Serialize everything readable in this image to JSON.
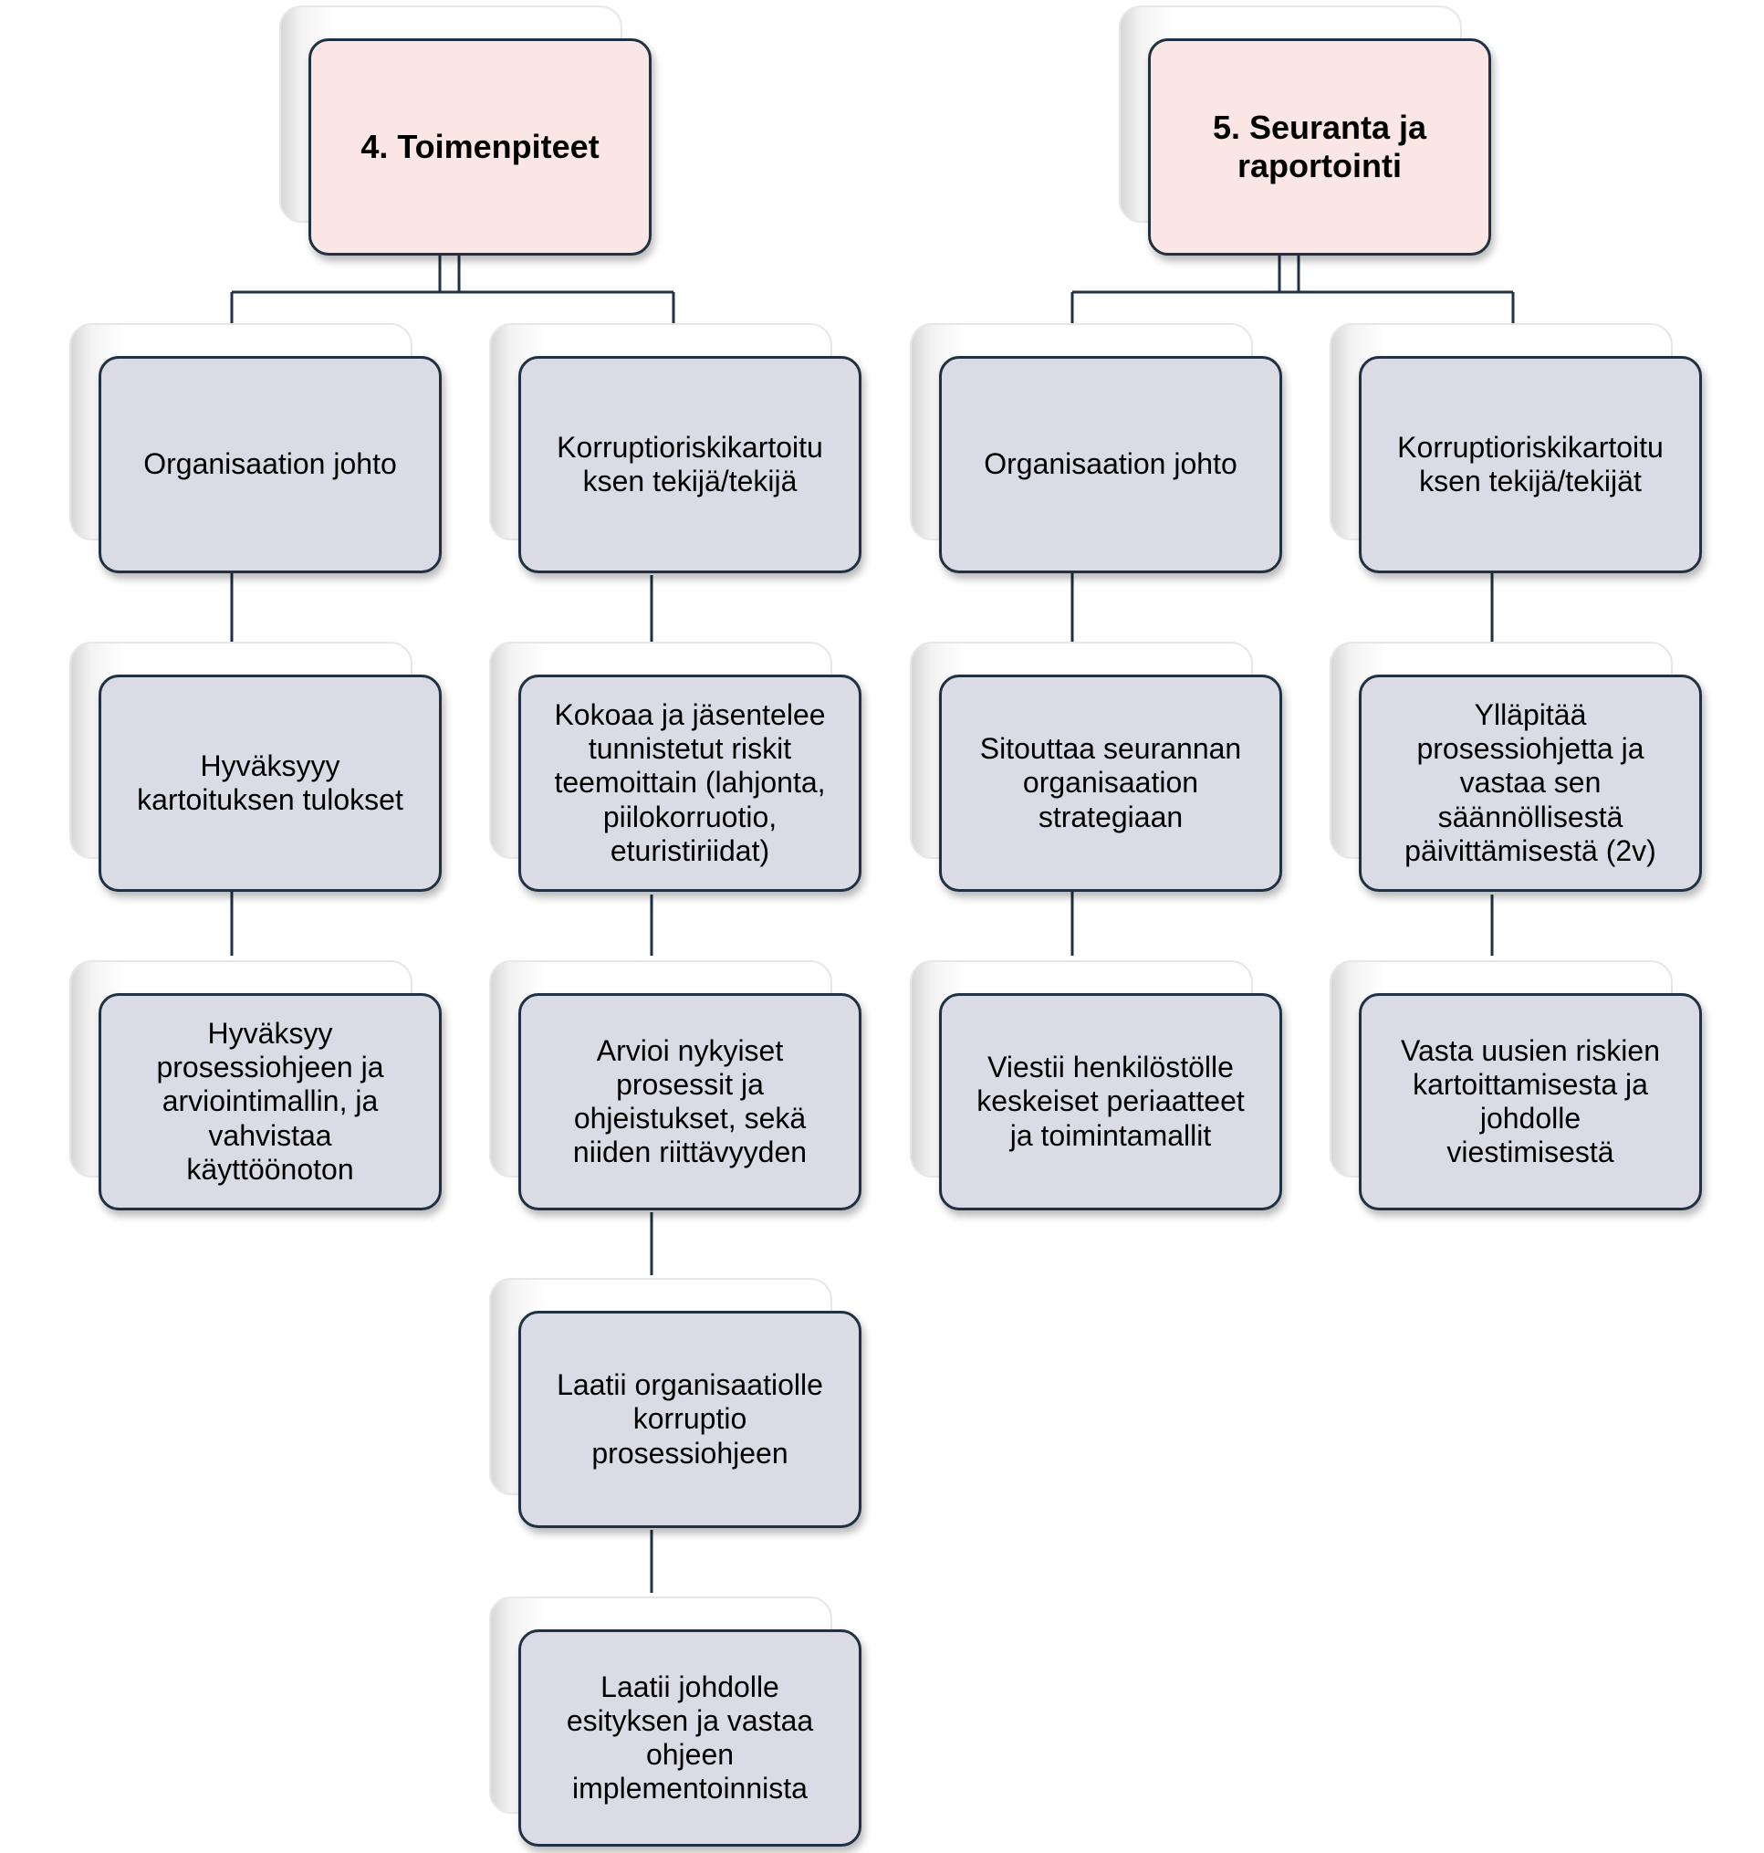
{
  "colors": {
    "header_fill": "#f9e6e5",
    "node_fill": "#dadbe4",
    "border": "#1f3142"
  },
  "columns": [
    {
      "header": "4. Toimenpiteet",
      "branches": [
        {
          "role": "Organisaation johto",
          "tasks": [
            "Hyväksyyy\nkartoituksen tulokset",
            "Hyväksyy\nprosessiohjeen ja\narviointimallin, ja\nvahvistaa\nkäyttöönoton"
          ]
        },
        {
          "role": "Korruptioriskikartoitu\nksen tekijä/tekijä",
          "tasks": [
            "Kokoaa ja jäsentelee\ntunnistetut riskit\nteemoittain (lahjonta,\npiilokorruotio,\neturistiriidat)",
            "Arvioi nykyiset\nprosessit ja\nohjeistukset, sekä\nniiden riittävyyden",
            "Laatii organisaatiolle\nkorruptio\nprosessiohjeen",
            "Laatii johdolle\nesityksen ja vastaa\nohjeen\nimplementoinnista"
          ]
        }
      ]
    },
    {
      "header": "5. Seuranta ja\nraportointi",
      "branches": [
        {
          "role": "Organisaation johto",
          "tasks": [
            "Sitouttaa seurannan\norganisaation\nstrategiaan",
            "Viestii henkilöstölle\nkeskeiset periaatteet\nja toimintamallit"
          ]
        },
        {
          "role": "Korruptioriskikartoitu\nksen tekijä/tekijät",
          "tasks": [
            "Ylläpitää\nprosessiohjetta ja\nvastaa sen\nsäännöllisestä\npäivittämisestä (2v)",
            "Vasta uusien riskien\nkartoittamisesta ja\njohdolle\nviestimisestä"
          ]
        }
      ]
    }
  ]
}
